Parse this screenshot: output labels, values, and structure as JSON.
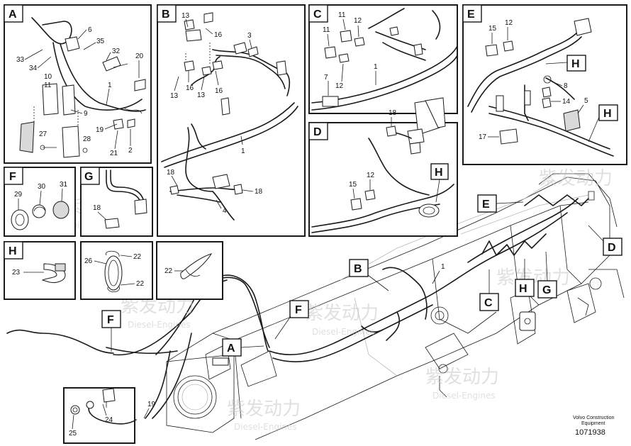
{
  "panels": {
    "A": {
      "label": "A",
      "numbers": [
        "6",
        "35",
        "32",
        "33",
        "34",
        "20",
        "10",
        "11",
        "1",
        "9",
        "19",
        "27",
        "28",
        "21",
        "2"
      ]
    },
    "B": {
      "label": "B",
      "numbers": [
        "13",
        "16",
        "3",
        "13",
        "16",
        "13",
        "16",
        "1",
        "18",
        "18",
        "4"
      ]
    },
    "C": {
      "label": "C",
      "numbers": [
        "11",
        "12",
        "11",
        "1",
        "7",
        "12"
      ]
    },
    "D": {
      "label": "D",
      "numbers": [
        "18",
        "12",
        "15"
      ],
      "callout": "H"
    },
    "E": {
      "label": "E",
      "numbers": [
        "15",
        "12",
        "8",
        "14",
        "5",
        "17"
      ],
      "callouts": [
        "H",
        "H"
      ]
    },
    "F": {
      "label": "F",
      "numbers": [
        "29",
        "30",
        "31"
      ]
    },
    "G": {
      "label": "G",
      "numbers": [
        "18"
      ]
    },
    "H": {
      "label": "H",
      "numbers": [
        "23"
      ]
    },
    "H2": {
      "numbers": [
        "26",
        "22",
        "22"
      ]
    },
    "H3": {
      "numbers": [
        "22"
      ]
    },
    "detail": {
      "numbers": [
        "19",
        "24",
        "25"
      ]
    }
  },
  "overview": {
    "callouts": [
      "B",
      "F",
      "A",
      "E",
      "D",
      "C",
      "H",
      "G",
      "F"
    ],
    "numbers": [
      "1"
    ]
  },
  "watermark": {
    "brand": "紫发动力",
    "sub": "Diesel-Engines"
  },
  "footer": {
    "company": "Volvo Construction",
    "company2": "Equipment",
    "code": "1071938"
  }
}
